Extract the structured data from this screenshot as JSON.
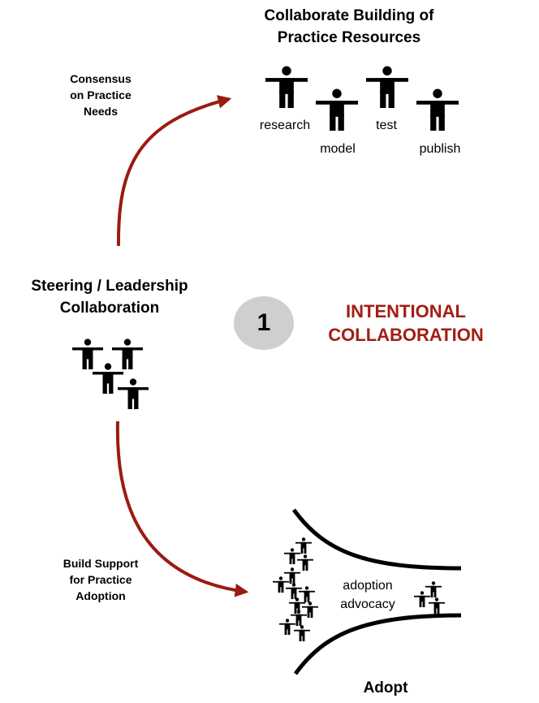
{
  "colors": {
    "arrow": "#9b1b12",
    "accent_text": "#a21d14",
    "badge_fill": "#cfcfcf",
    "figure": "#000000"
  },
  "icons": {
    "person": "person-icon"
  },
  "diagram": {
    "top_title": "Collaborate Building of\nPractice Resources",
    "roles": [
      "research",
      "model",
      "test",
      "publish"
    ],
    "consensus_label": "Consensus\non Practice\nNeeds",
    "steering_title": "Steering / Leadership\nCollaboration",
    "step_number": "1",
    "step_title": "INTENTIONAL\nCOLLABORATION",
    "build_support_label": "Build Support\nfor Practice\nAdoption",
    "funnel_label": "adoption\nadvocacy",
    "adopt_label": "Adopt"
  }
}
